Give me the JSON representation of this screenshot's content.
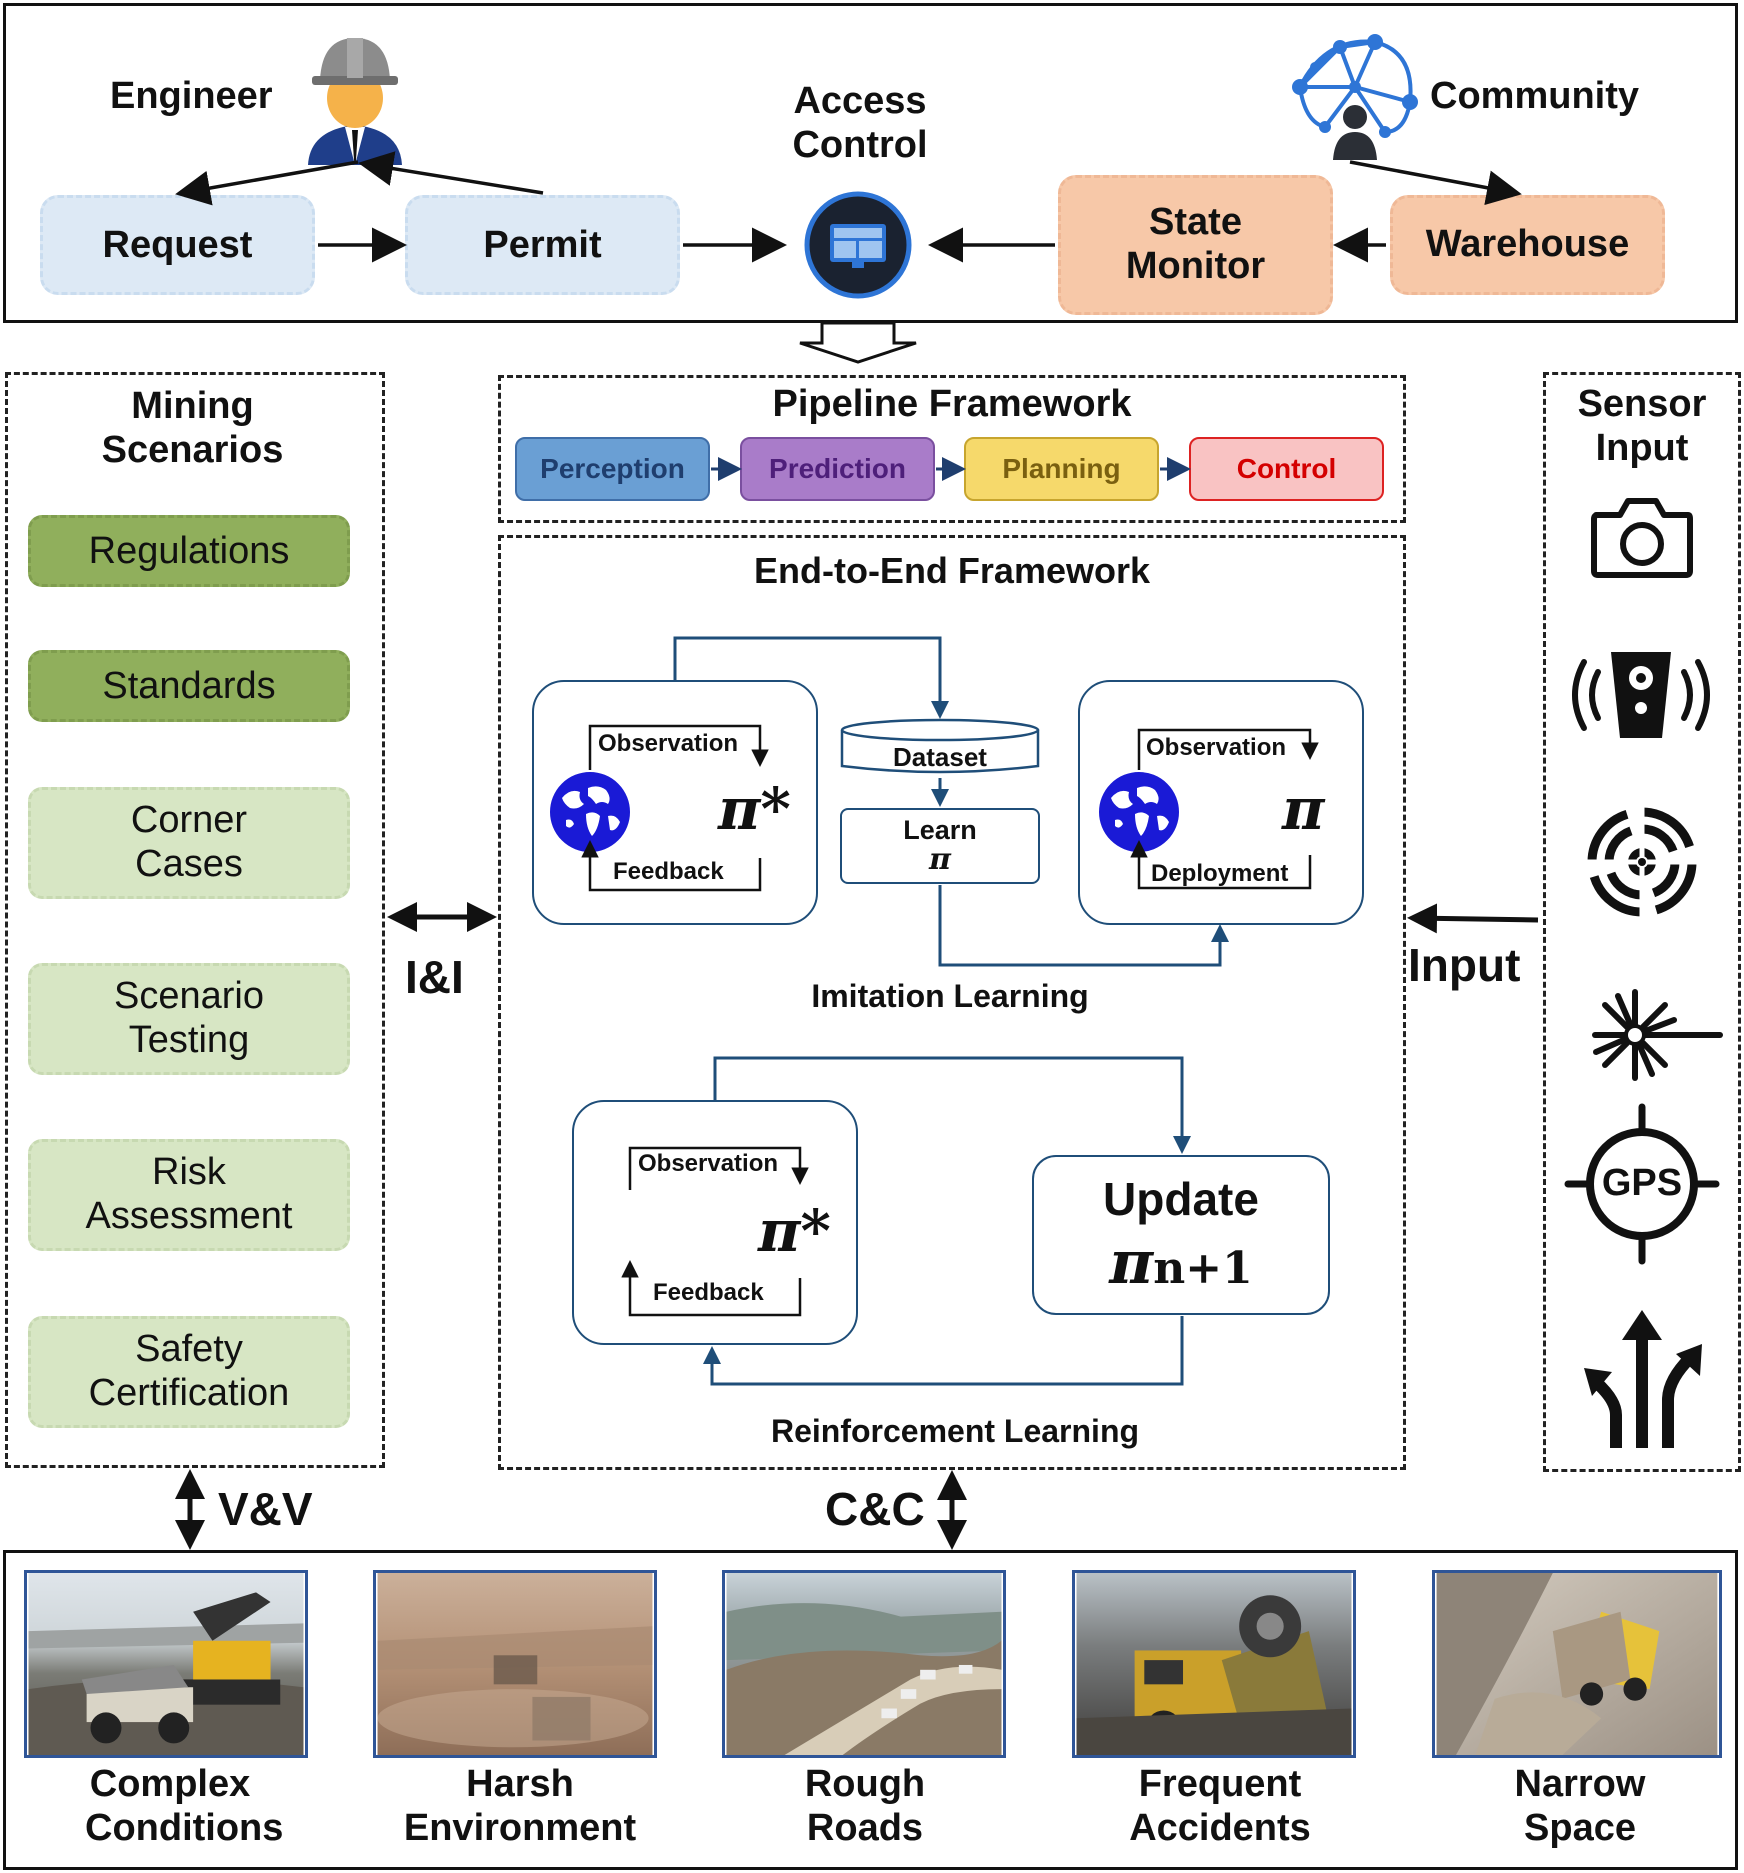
{
  "access_control": {
    "engineer_label": "Engineer",
    "community_label": "Community",
    "title": "Access Control",
    "request_label": "Request",
    "permit_label": "Permit",
    "state_monitor_label": "State Monitor",
    "warehouse_label": "Warehouse"
  },
  "mining_scenarios": {
    "title": "Mining Scenarios",
    "items": [
      {
        "label": "Regulations"
      },
      {
        "label": "Standards"
      },
      {
        "label": "Corner Cases"
      },
      {
        "label": "Scenario Testing"
      },
      {
        "label": "Risk Assessment"
      },
      {
        "label": "Safety Certification"
      }
    ]
  },
  "pipeline": {
    "title": "Pipeline Framework",
    "stages": [
      {
        "label": "Perception",
        "color": "#6a9fd4"
      },
      {
        "label": "Prediction",
        "color": "#a97cc9"
      },
      {
        "label": "Planning",
        "color": "#f6d96b"
      },
      {
        "label": "Control",
        "color": "#f9c3c3"
      }
    ]
  },
  "end_to_end": {
    "title": "End-to-End Framework",
    "imitation": {
      "caption": "Imitation Learning",
      "observation": "Observation",
      "feedback": "Feedback",
      "expert_policy": "π*",
      "dataset": "Dataset",
      "learn": "Learn",
      "learn_symbol": "π",
      "observation_2": "Observation",
      "deployment": "Deployment",
      "policy": "π"
    },
    "reinforcement": {
      "caption": "Reinforcement Learning",
      "observation": "Observation",
      "feedback": "Feedback",
      "policy": "π*",
      "update_label": "Update",
      "update_symbol": "π",
      "update_subscript": "n+1"
    }
  },
  "sensor_input": {
    "title": "Sensor Input",
    "icons": [
      "camera-icon",
      "ultrasonic-radar-icon",
      "radar-icon",
      "lidar-icon",
      "gps-icon",
      "road-map-icon"
    ],
    "gps_text": "GPS"
  },
  "connectors": {
    "ii": "I&I",
    "input": "Input",
    "vv": "V&V",
    "cc": "C&C"
  },
  "challenges": [
    {
      "caption": "Complex Conditions"
    },
    {
      "caption": "Harsh Environment"
    },
    {
      "caption": "Rough Roads"
    },
    {
      "caption": "Frequent Accidents"
    },
    {
      "caption": "Narrow Space"
    }
  ]
}
